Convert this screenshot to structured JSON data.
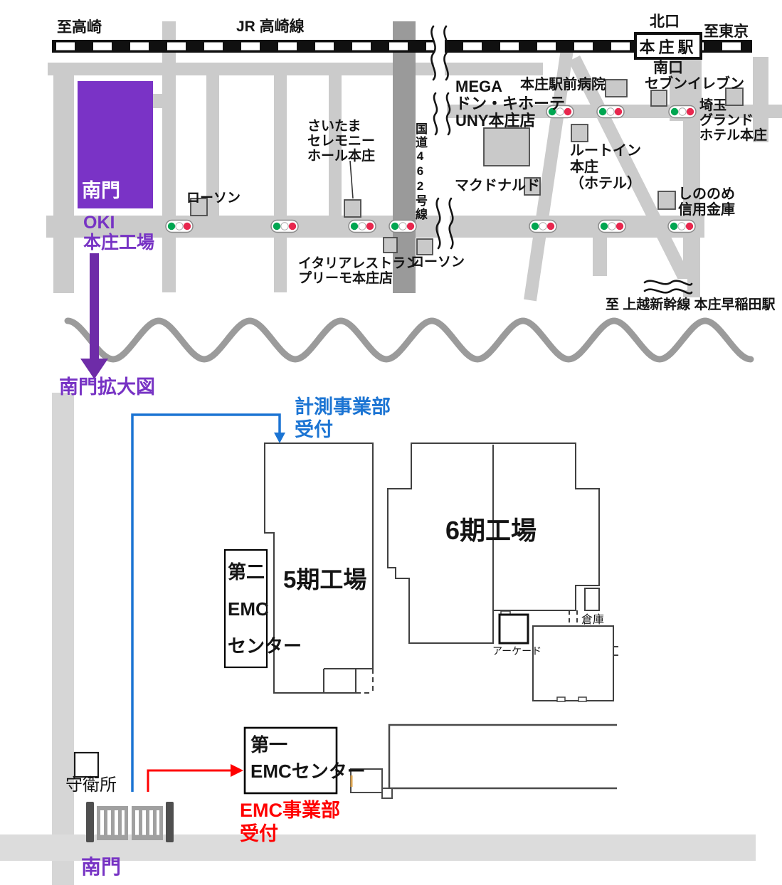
{
  "colors": {
    "purple_fill": "#7A33C6",
    "purple_text": "#7733C4",
    "blue": "#1B74D3",
    "red": "#FF0000",
    "road_gray": "#CBCBCB",
    "dark_road_gray": "#9A9A9A",
    "river_gray": "#9B9B9B",
    "signal_green": "#00A651",
    "signal_red": "#E8274E"
  },
  "top_map": {
    "railway": {
      "line_label": "JR 高崎線",
      "to_takasaki": "至高崎",
      "to_tokyo": "至東京",
      "station_name": "本庄駅",
      "north_exit": "北口",
      "south_exit": "南口"
    },
    "route462": "国道462号線",
    "factory": {
      "gate_label": "南門",
      "name_line1": "OKI",
      "name_line2": "本庄工場"
    },
    "landmarks": {
      "lawson_north": "ローソン",
      "saitama_ceremony": {
        "lines": [
          "さいたま",
          "セレモニー",
          "ホール本庄"
        ]
      },
      "mega": {
        "lines": [
          "MEGA",
          "ドン・キホーテ",
          "UNY本庄店"
        ]
      },
      "hospital": "本庄駅前病院",
      "seven_eleven": "セブンイレブン",
      "saitama_grand_hotel": {
        "lines": [
          "埼玉",
          "グランド",
          "ホテル本庄"
        ]
      },
      "route_inn": {
        "lines": [
          "ルートイン",
          "本庄",
          "（ホテル）"
        ]
      },
      "mcdonalds": "マクドナルド",
      "shinonome": {
        "lines": [
          "しののめ",
          "信用金庫"
        ]
      },
      "italian": {
        "lines": [
          "イタリアレストラン",
          "プリーモ本庄店"
        ]
      },
      "lawson_south": "ローソン"
    },
    "shinkansen_note": "至 上越新幹線 本庄早稲田駅"
  },
  "detail_map": {
    "title": "南門拡大図",
    "measurement_reception": {
      "lines": [
        "計測事業部",
        "受付"
      ]
    },
    "emc_reception": {
      "lines": [
        "EMC事業部",
        "受付"
      ]
    },
    "buildings": {
      "factory5": "5期工場",
      "factory6": "6期工場",
      "emc2": {
        "lines": [
          "第二",
          "EMC",
          "センター"
        ]
      },
      "emc1": {
        "lines": [
          "第一",
          "EMCセンター"
        ]
      },
      "warehouse": "倉庫",
      "arcade": "アーケード",
      "guardhouse": "守衛所",
      "south_gate": "南門"
    }
  }
}
